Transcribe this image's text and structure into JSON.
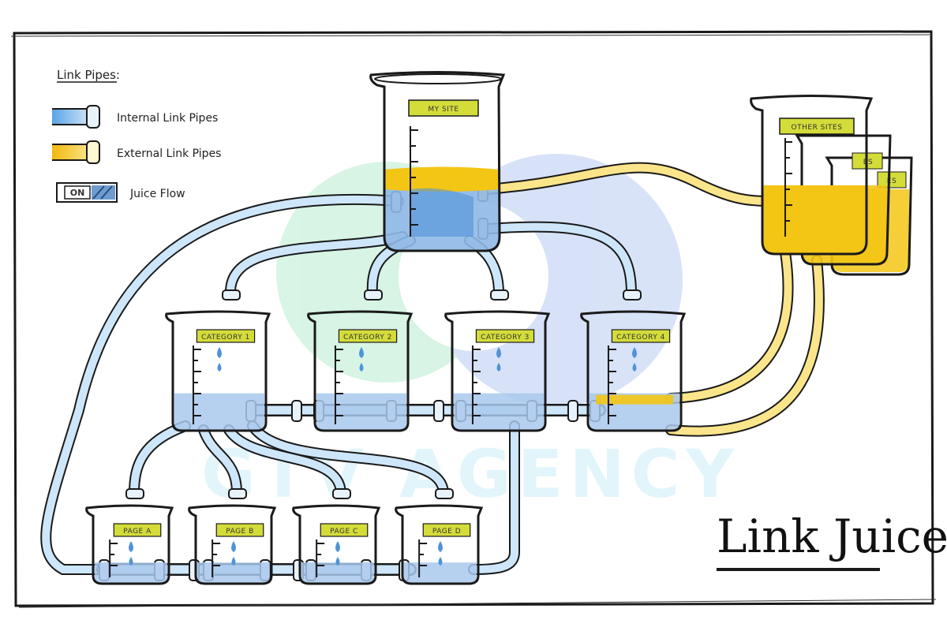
{
  "legend": {
    "title": "Link Pipes:",
    "internal_label": "Internal Link Pipes",
    "external_label": "External Link Pipes",
    "toggle_state": "ON",
    "flow_label": "Juice Flow"
  },
  "beakers": {
    "my_site": "MY SITE",
    "other_sites": "OTHER SITES",
    "other_sites_partial_2": "ES",
    "other_sites_partial_3": "ES",
    "categories": [
      "CATEGORY 1",
      "CATEGORY 2",
      "CATEGORY 3",
      "CATEGORY 4"
    ],
    "pages": [
      "PAGE A",
      "PAGE B",
      "PAGE C",
      "PAGE D"
    ]
  },
  "title": "Link Juice",
  "watermark": "GTV AGENCY",
  "colors": {
    "internal_pipe": "#8fc3ef",
    "external_pipe": "#f5c31a",
    "label_tape": "#d4dc3a",
    "juice_blue": "#8fb8e6",
    "juice_yellow": "#f3c515",
    "outline": "#1a1a1a"
  }
}
